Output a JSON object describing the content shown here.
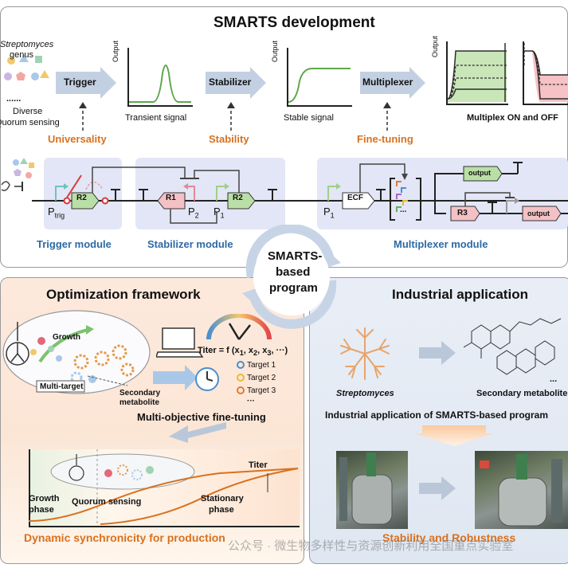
{
  "top": {
    "title": "SMARTS development",
    "streptomyces": "Streptomyces",
    "genus": "genus",
    "dots": "......",
    "diverse": "Diverse",
    "quorum": "Quorum sensing",
    "trigger_label": "Trigger",
    "stabilizer_label": "Stabilizer",
    "multiplexer_label": "Multiplexer",
    "transient": "Transient signal",
    "stable": "Stable signal",
    "multiplex_onoff": "Multiplex ON and OFF",
    "universality": "Universality",
    "stability": "Stability",
    "fine_tuning": "Fine-tuning",
    "output_axis": "Output",
    "trigger_module": "Trigger module",
    "stabilizer_module": "Stabilizer module",
    "multiplexer_module": "Multiplexer module",
    "r2": "R2",
    "r1": "R1",
    "r3": "R3",
    "ecf": "ECF",
    "output": "output",
    "p_trig": "P",
    "p_trig_sub": "trig",
    "p2": "P",
    "p2_sub": "2",
    "p1": "P",
    "p1_sub": "1",
    "ellipsis": "..."
  },
  "center": {
    "line1": "SMARTS-",
    "line2": "based",
    "line3": "program"
  },
  "opt": {
    "title": "Optimization framework",
    "growth": "Growth",
    "multi_target": "Multi-target",
    "secondary": "Secondary",
    "metabolite": "metabolite",
    "titer_eq": "Titer = f (x",
    "titer_eq_rest": ", x",
    "titer_tail": ", x",
    "titer_end": ", ···)",
    "targets": [
      "Target 1",
      "Target 2",
      "Target 3"
    ],
    "more": "···",
    "multi_obj": "Multi-objective fine-tuning",
    "titer": "Titer",
    "growth_phase": "Growth",
    "phase": "phase",
    "quorum_sensing": "Quorum sensing",
    "stationary": "Stationary",
    "stationary_phase": "phase",
    "dynamic": "Dynamic synchronicity for production"
  },
  "ind": {
    "title": "Industrial application",
    "streptomyces": "Streptomyces",
    "secondary": "Secondary metabolite",
    "dots": "...",
    "industrial_app": "Industrial application of SMARTS-based program",
    "stability_robust": "Stability and Robustness"
  },
  "watermark": "公众号 · 微生物多样性与资源创新利用全国重点实验室",
  "colors": {
    "orange": "#d9711f",
    "blue": "#2c6aa6",
    "green": "#7fbf5f",
    "red": "#e2687a",
    "module_bg": "#e3e6f6"
  }
}
